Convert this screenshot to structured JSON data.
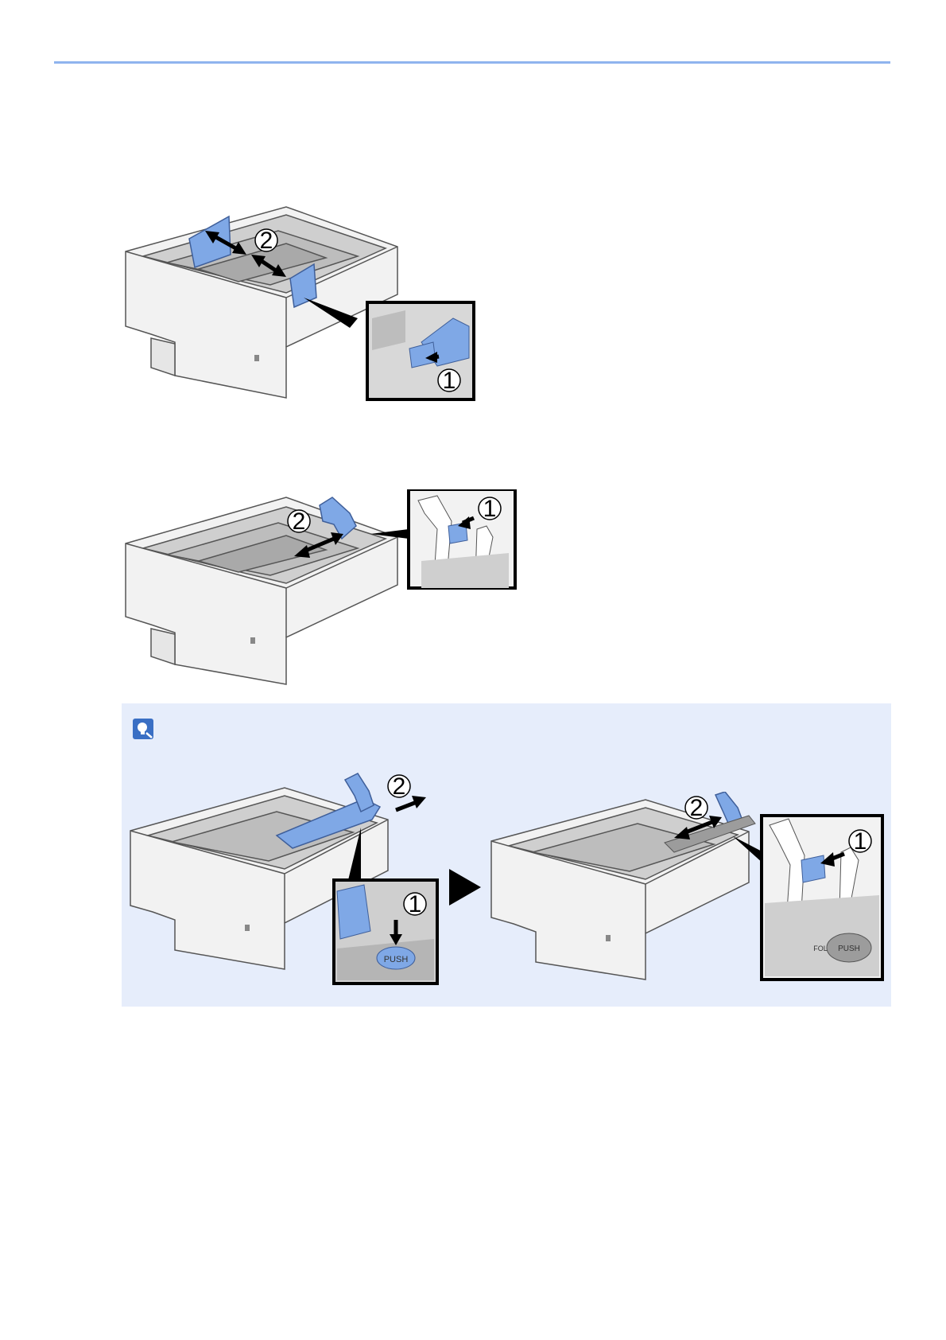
{
  "page": {
    "colors": {
      "rule": "#8fb4ee",
      "note_bg": "#e6edfb",
      "guide_blue": "#7fa8e6",
      "tray_gray": "#c9c9c9",
      "tray_white": "#f4f4f4"
    }
  },
  "figure1": {
    "step_main": "2",
    "step_inset": "1"
  },
  "figure2": {
    "step_main": "2",
    "step_inset": "1"
  },
  "note": {
    "icon": "lightbulb-note-icon",
    "left": {
      "step_main": "2",
      "step_inset": "1",
      "inset_text": "PUSH"
    },
    "arrow_icon": "triangle-right-icon",
    "right": {
      "step_main": "2",
      "step_inset": "1",
      "inset_text_a": "PUSH",
      "inset_text_b": "FOL"
    }
  }
}
